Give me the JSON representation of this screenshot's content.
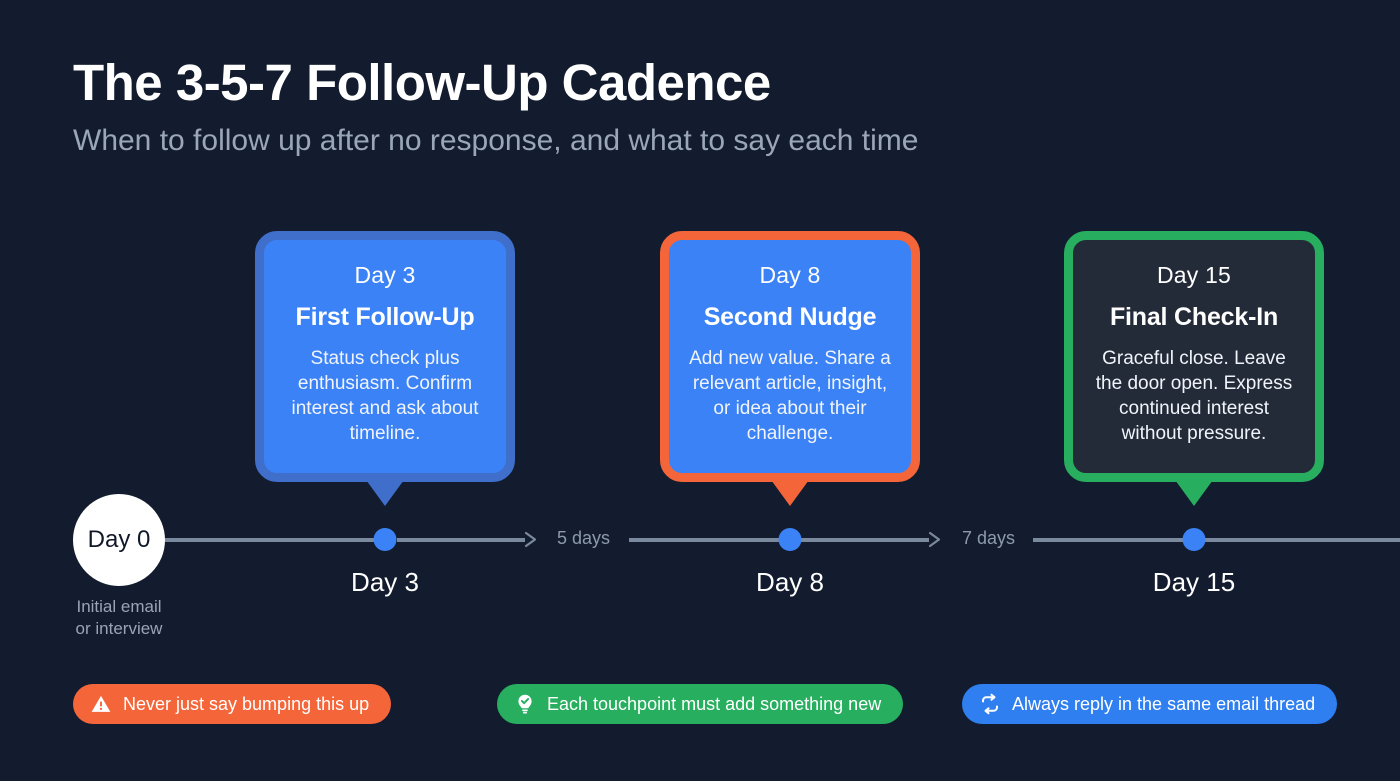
{
  "header": {
    "title": "The 3-5-7 Follow-Up Cadence",
    "subtitle": "When to follow up after no response, and what to say each time"
  },
  "colors": {
    "background": "#131c2e",
    "blue": "#3b82f6",
    "blue_card_fill": "#3b82f6",
    "blue_card_border": "#3f6ecb",
    "orange": "#f4663a",
    "green": "#27ae5f",
    "dark_card_fill": "#242b38",
    "axis": "#7b899e",
    "muted_text": "#9aa6b9"
  },
  "cards": [
    {
      "day": "Day 3",
      "title": "First Follow-Up",
      "body": "Status check plus enthusiasm. Confirm interest and ask about timeline.",
      "fill": "#3b82f6",
      "border": "#3f6ecb",
      "tail": "#3f6ecb"
    },
    {
      "day": "Day 8",
      "title": "Second Nudge",
      "body": "Add new value. Share a relevant article, insight, or idea about their challenge.",
      "fill": "#3b82f6",
      "border": "#f4663a",
      "tail": "#f4663a"
    },
    {
      "day": "Day 15",
      "title": "Final Check-In",
      "body": "Graceful close. Leave the door open. Express continued interest without pressure.",
      "fill": "#242b38",
      "border": "#27ae5f",
      "tail": "#27ae5f"
    }
  ],
  "timeline": {
    "start": {
      "label": "Day 0",
      "caption_line1": "Initial email",
      "caption_line2": "or interview"
    },
    "nodes": [
      {
        "label": "Day 3"
      },
      {
        "label": "Day 8"
      },
      {
        "label": "Day 15"
      }
    ],
    "gaps": [
      {
        "label": "5 days"
      },
      {
        "label": "7 days"
      }
    ]
  },
  "pills": [
    {
      "icon": "warning-triangle-icon",
      "label": "Never just say bumping this up",
      "color": "#f4663a"
    },
    {
      "icon": "lightbulb-check-icon",
      "label": "Each touchpoint must add something new",
      "color": "#27ae5f"
    },
    {
      "icon": "repeat-loop-icon",
      "label": "Always reply in the same email thread",
      "color": "#2f7ff0"
    }
  ]
}
